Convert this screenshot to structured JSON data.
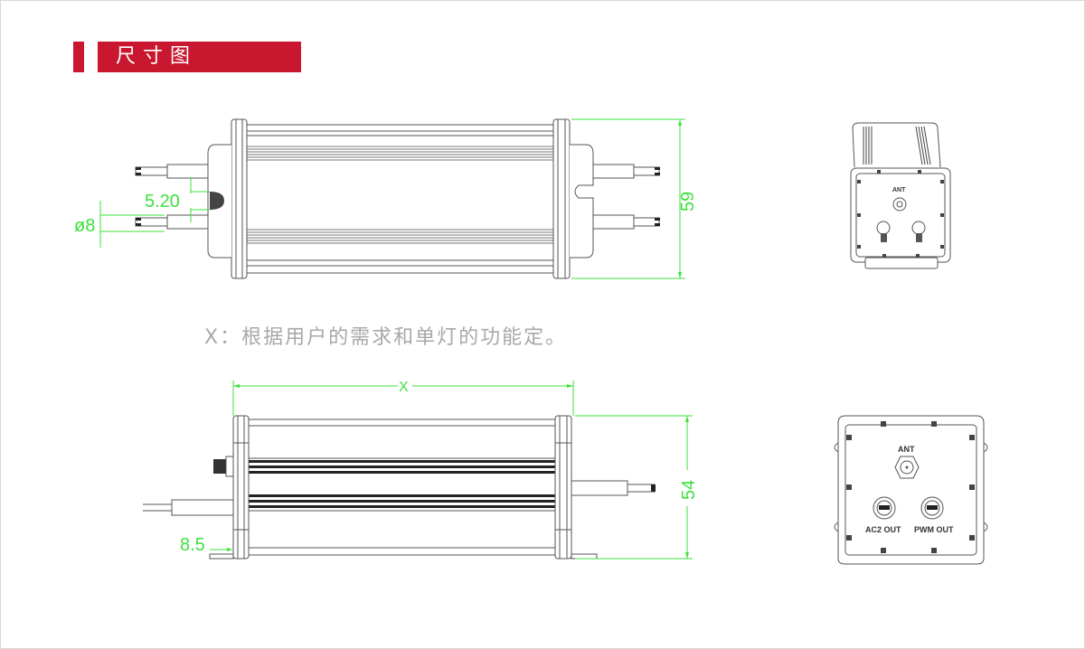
{
  "section": {
    "title": "尺寸图"
  },
  "caption": "X：根据用户的需求和单灯的功能定。",
  "top_view": {
    "dim_gap": "5.20",
    "dim_cable_dia": "ø8",
    "dim_height": "59"
  },
  "side_view": {
    "dim_length": "X",
    "dim_height": "54",
    "dim_offset": "8.5"
  },
  "end_view": {
    "ant_label": "ANT",
    "ac2_label": "AC2 OUT",
    "pwm_label": "PWM OUT"
  },
  "iso_view": {
    "ant_label": "ANT"
  },
  "colors": {
    "accent": "#c8172f",
    "dimension": "#3ee03e",
    "caption": "#a8a8a8"
  }
}
